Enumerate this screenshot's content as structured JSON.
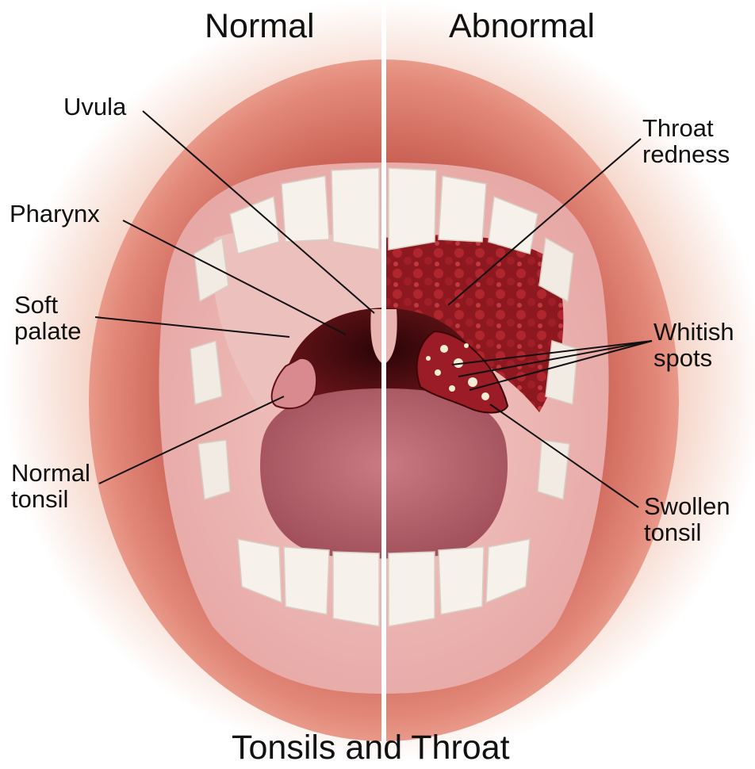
{
  "headings": {
    "left": "Normal",
    "right": "Abnormal"
  },
  "caption": "Tonsils and Throat",
  "labels": {
    "uvula": "Uvula",
    "pharynx": "Pharynx",
    "soft_palate": [
      "Soft",
      "palate"
    ],
    "normal_tonsil": [
      "Normal",
      "tonsil"
    ],
    "throat_redness": [
      "Throat",
      "redness"
    ],
    "whitish_spots": [
      "Whitish",
      "spots"
    ],
    "swollen_tonsil": [
      "Swollen",
      "tonsil"
    ]
  },
  "colors": {
    "lip": "#d9786a",
    "gum": "#e8aaa6",
    "tongue": "#b8606b",
    "throat_dark": "#4a0c10",
    "redness": "#8e1820",
    "tooth": "#f6f1ea",
    "divider": "#ffffff"
  }
}
